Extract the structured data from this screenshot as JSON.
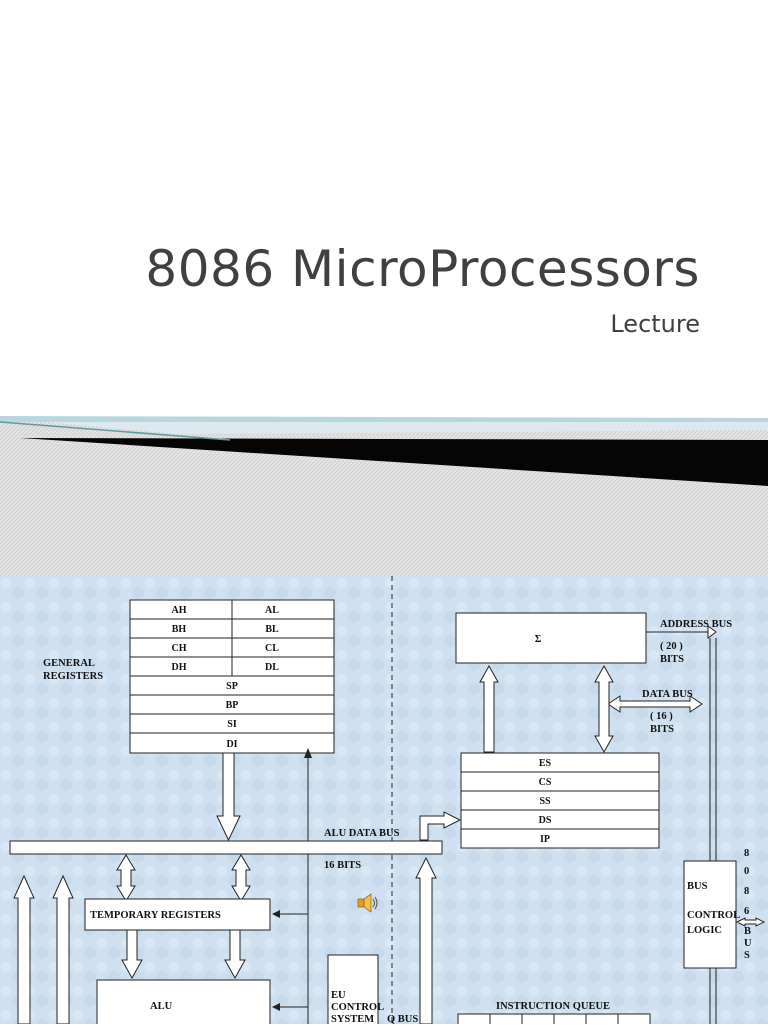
{
  "slide": {
    "title": "8086 MicroProcessors",
    "subtitle": "Lecture"
  },
  "diagram": {
    "general_registers_label": [
      "GENERAL",
      "REGISTERS"
    ],
    "register_pairs": [
      [
        "AH",
        "AL"
      ],
      [
        "BH",
        "BL"
      ],
      [
        "CH",
        "CL"
      ],
      [
        "DH",
        "DL"
      ]
    ],
    "pointer_registers": [
      "SP",
      "BP",
      "SI",
      "DI"
    ],
    "sigma": "Σ",
    "address_bus": [
      "ADDRESS BUS",
      "( 20 )",
      "BITS"
    ],
    "data_bus": [
      "DATA BUS",
      "( 16 )",
      "BITS"
    ],
    "segment_registers": [
      "ES",
      "CS",
      "SS",
      "DS",
      "IP"
    ],
    "alu_data_bus": "ALU DATA BUS",
    "alu_bits": "16 BITS",
    "temporary_registers": "TEMPORARY  REGISTERS",
    "alu": "ALU",
    "eu_control": [
      "EU",
      "CONTROL",
      "SYSTEM"
    ],
    "q_bus": "Q BUS",
    "instruction_queue": "INSTRUCTION QUEUE",
    "bus_control": [
      "BUS",
      "CONTROL",
      "LOGIC"
    ],
    "bus_8086": [
      "8",
      "0",
      "8",
      "6",
      "B",
      "U",
      "S"
    ],
    "speaker_icon": "speaker-icon"
  }
}
